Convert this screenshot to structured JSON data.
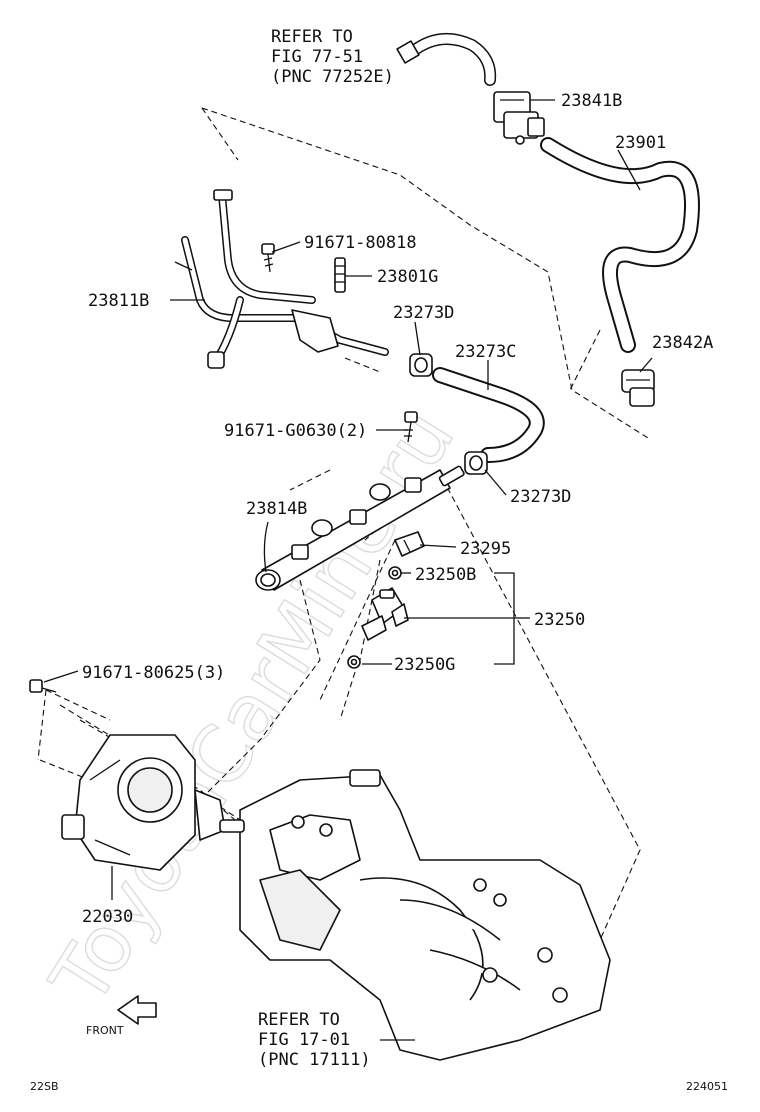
{
  "watermark": "ToyotaCarMine.ru",
  "references": {
    "top": {
      "line1": "REFER TO",
      "line2": "FIG 77-51",
      "line3": "(PNC 77252E)"
    },
    "bottom": {
      "line1": "REFER TO",
      "line2": "FIG 17-01",
      "line3": "(PNC 17111)"
    }
  },
  "labels": {
    "p23841B": "23841B",
    "p23901": "23901",
    "p91671_80818": "91671-80818",
    "p23801G": "23801G",
    "p23811B": "23811B",
    "p23273D_top": "23273D",
    "p23273C": "23273C",
    "p23842A": "23842A",
    "p91671_G0630": "91671-G0630(2)",
    "p23273D_bottom": "23273D",
    "p23814B": "23814B",
    "p23295": "23295",
    "p23250B": "23250B",
    "p23250": "23250",
    "p23250G": "23250G",
    "p91671_80625": "91671-80625(3)",
    "p22030": "22030"
  },
  "front_label": "FRONT",
  "footer": {
    "left": "22SB",
    "right": "224051"
  }
}
